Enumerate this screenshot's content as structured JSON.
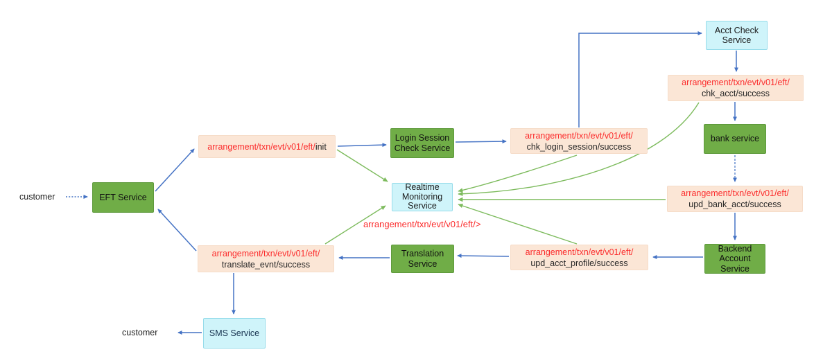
{
  "diagram": {
    "colors": {
      "service_green": "#70AD47",
      "service_cyan": "#CFF4FA",
      "event_peach": "#FBE6D6",
      "topic_red": "#FB2D2D",
      "flow_arrow_blue": "#4472C4",
      "monitor_arrow_green": "#7DBB5D"
    },
    "nodes": {
      "customer_in": {
        "label": "customer"
      },
      "eft_service": {
        "label": "EFT Service"
      },
      "evt_init": {
        "topic": "arrangement/txn/evt/v01/eft/",
        "event": "init"
      },
      "login_session_check": {
        "label": "Login Session Check Service"
      },
      "evt_chk_login_session": {
        "topic": "arrangement/txn/evt/v01/eft/",
        "event": "chk_login_session/success"
      },
      "acct_check": {
        "label": "Acct Check Service"
      },
      "evt_chk_acct": {
        "topic": "arrangement/txn/evt/v01/eft/",
        "event": "chk_acct/success"
      },
      "bank_service": {
        "label": "bank service"
      },
      "evt_upd_bank_acct": {
        "topic": "arrangement/txn/evt/v01/eft/",
        "event": "upd_bank_acct/success"
      },
      "backend_account": {
        "label": "Backend Account Service"
      },
      "evt_upd_acct_profile": {
        "topic": "arrangement/txn/evt/v01/eft/",
        "event": "upd_acct_profile/success"
      },
      "translation": {
        "label": "Translation Service"
      },
      "evt_translate_evnt": {
        "topic": "arrangement/txn/evt/v01/eft/",
        "event": "translate_evnt/success"
      },
      "realtime_monitoring": {
        "label": "Realtime Monitoring Service"
      },
      "monitoring_topic": {
        "label": "arrangement/txn/evt/v01/eft/>"
      },
      "sms_service": {
        "label": "SMS Service"
      },
      "customer_out": {
        "label": "customer"
      }
    }
  }
}
